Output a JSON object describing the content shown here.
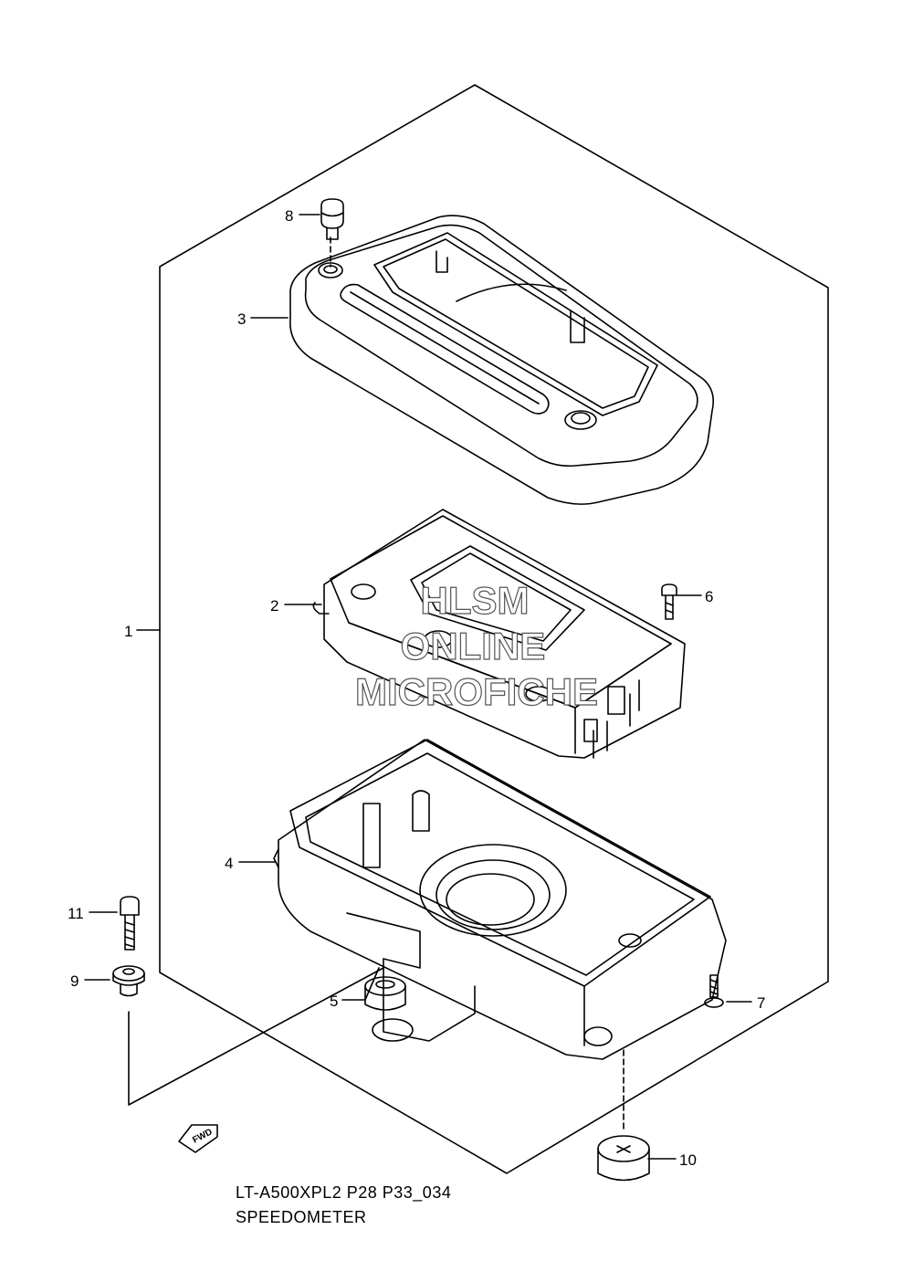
{
  "callouts": {
    "c1": "1",
    "c2": "2",
    "c3": "3",
    "c4": "4",
    "c5": "5",
    "c6": "6",
    "c7": "7",
    "c8": "8",
    "c9": "9",
    "c10": "10",
    "c11": "11"
  },
  "watermark": {
    "line1": "HLSM",
    "line2": "ONLINE",
    "line3": "MICROFICHE"
  },
  "fwd_arrow": "FWD",
  "caption": {
    "model": "LT-A500XPL2 P28 P33_034",
    "title": "SPEEDOMETER"
  }
}
